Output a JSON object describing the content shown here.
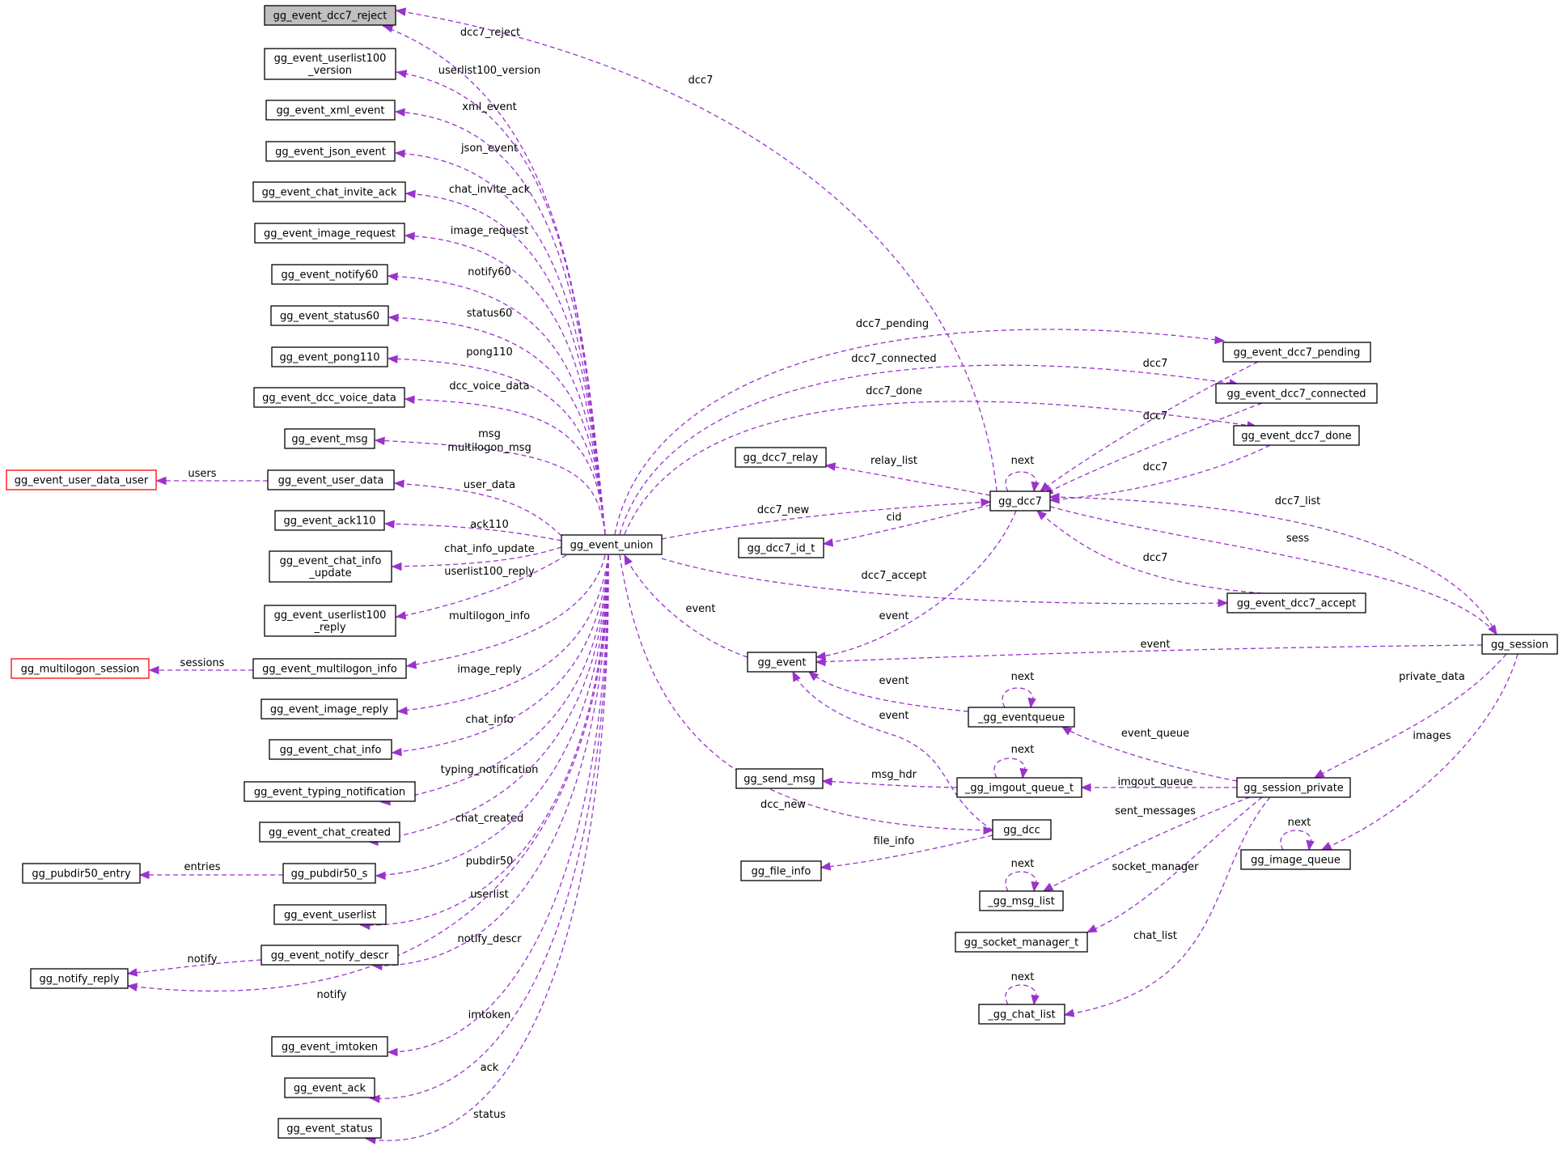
{
  "nodes": [
    {
      "id": "reject",
      "text": [
        "gg_event_dcc7_reject"
      ],
      "highlight": true
    },
    {
      "id": "ul100ver",
      "text": [
        "gg_event_userlist100",
        "_version"
      ]
    },
    {
      "id": "xml",
      "text": [
        "gg_event_xml_event"
      ]
    },
    {
      "id": "json",
      "text": [
        "gg_event_json_event"
      ]
    },
    {
      "id": "chatinv",
      "text": [
        "gg_event_chat_invite_ack"
      ]
    },
    {
      "id": "imgreq",
      "text": [
        "gg_event_image_request"
      ]
    },
    {
      "id": "notify60",
      "text": [
        "gg_event_notify60"
      ]
    },
    {
      "id": "status60",
      "text": [
        "gg_event_status60"
      ]
    },
    {
      "id": "pong110",
      "text": [
        "gg_event_pong110"
      ]
    },
    {
      "id": "dccvoice",
      "text": [
        "gg_event_dcc_voice_data"
      ]
    },
    {
      "id": "msg",
      "text": [
        "gg_event_msg"
      ]
    },
    {
      "id": "udu",
      "text": [
        "gg_event_user_data_user"
      ],
      "external": true
    },
    {
      "id": "userdata",
      "text": [
        "gg_event_user_data"
      ]
    },
    {
      "id": "ack110",
      "text": [
        "gg_event_ack110"
      ]
    },
    {
      "id": "chatinfoupd",
      "text": [
        "gg_event_chat_info",
        "_update"
      ]
    },
    {
      "id": "ul100rep",
      "text": [
        "gg_event_userlist100",
        "_reply"
      ]
    },
    {
      "id": "mlsess",
      "text": [
        "gg_multilogon_session"
      ],
      "external": true
    },
    {
      "id": "mlinfo",
      "text": [
        "gg_event_multilogon_info"
      ]
    },
    {
      "id": "imgrep",
      "text": [
        "gg_event_image_reply"
      ]
    },
    {
      "id": "chatinfo",
      "text": [
        "gg_event_chat_info"
      ]
    },
    {
      "id": "typing",
      "text": [
        "gg_event_typing_notification"
      ]
    },
    {
      "id": "chatcreated",
      "text": [
        "gg_event_chat_created"
      ]
    },
    {
      "id": "pubentry",
      "text": [
        "gg_pubdir50_entry"
      ]
    },
    {
      "id": "pubdir",
      "text": [
        "gg_pubdir50_s"
      ]
    },
    {
      "id": "userlist",
      "text": [
        "gg_event_userlist"
      ]
    },
    {
      "id": "notifyreply",
      "text": [
        "gg_notify_reply"
      ]
    },
    {
      "id": "notifydescr",
      "text": [
        "gg_event_notify_descr"
      ]
    },
    {
      "id": "imtoken",
      "text": [
        "gg_event_imtoken"
      ]
    },
    {
      "id": "ack",
      "text": [
        "gg_event_ack"
      ]
    },
    {
      "id": "status",
      "text": [
        "gg_event_status"
      ]
    },
    {
      "id": "union",
      "text": [
        "gg_event_union"
      ]
    },
    {
      "id": "pending",
      "text": [
        "gg_event_dcc7_pending"
      ]
    },
    {
      "id": "connected",
      "text": [
        "gg_event_dcc7_connected"
      ]
    },
    {
      "id": "done",
      "text": [
        "gg_event_dcc7_done"
      ]
    },
    {
      "id": "relay",
      "text": [
        "gg_dcc7_relay"
      ]
    },
    {
      "id": "dcc7",
      "text": [
        "gg_dcc7"
      ]
    },
    {
      "id": "cid",
      "text": [
        "gg_dcc7_id_t"
      ]
    },
    {
      "id": "accept",
      "text": [
        "gg_event_dcc7_accept"
      ]
    },
    {
      "id": "session",
      "text": [
        "gg_session"
      ]
    },
    {
      "id": "event",
      "text": [
        "gg_event"
      ]
    },
    {
      "id": "eventqueue",
      "text": [
        "_gg_eventqueue"
      ]
    },
    {
      "id": "sendmsg",
      "text": [
        "gg_send_msg"
      ]
    },
    {
      "id": "imgout",
      "text": [
        "_gg_imgout_queue_t"
      ]
    },
    {
      "id": "spriv",
      "text": [
        "gg_session_private"
      ]
    },
    {
      "id": "dcc",
      "text": [
        "gg_dcc"
      ]
    },
    {
      "id": "fileinfo",
      "text": [
        "gg_file_info"
      ]
    },
    {
      "id": "imgqueue",
      "text": [
        "gg_image_queue"
      ]
    },
    {
      "id": "msglist",
      "text": [
        "_gg_msg_list"
      ]
    },
    {
      "id": "sockmgr",
      "text": [
        "gg_socket_manager_t"
      ]
    },
    {
      "id": "chatlist",
      "text": [
        "_gg_chat_list"
      ]
    }
  ],
  "edges": [
    {
      "from": "union",
      "to": "reject",
      "label": [
        "dcc7_reject"
      ]
    },
    {
      "from": "union",
      "to": "ul100ver",
      "label": [
        "userlist100_version"
      ]
    },
    {
      "from": "union",
      "to": "xml",
      "label": [
        "xml_event"
      ]
    },
    {
      "from": "union",
      "to": "json",
      "label": [
        "json_event"
      ]
    },
    {
      "from": "union",
      "to": "chatinv",
      "label": [
        "chat_invite_ack"
      ]
    },
    {
      "from": "union",
      "to": "imgreq",
      "label": [
        "image_request"
      ]
    },
    {
      "from": "union",
      "to": "notify60",
      "label": [
        "notify60"
      ]
    },
    {
      "from": "union",
      "to": "status60",
      "label": [
        "status60"
      ]
    },
    {
      "from": "union",
      "to": "pong110",
      "label": [
        "pong110"
      ]
    },
    {
      "from": "union",
      "to": "dccvoice",
      "label": [
        "dcc_voice_data"
      ]
    },
    {
      "from": "union",
      "to": "msg",
      "label": [
        "msg",
        "multilogon_msg"
      ]
    },
    {
      "from": "union",
      "to": "userdata",
      "label": [
        "user_data"
      ]
    },
    {
      "from": "userdata",
      "to": "udu",
      "label": [
        "users"
      ]
    },
    {
      "from": "union",
      "to": "ack110",
      "label": [
        "ack110"
      ]
    },
    {
      "from": "union",
      "to": "chatinfoupd",
      "label": [
        "chat_info_update"
      ]
    },
    {
      "from": "union",
      "to": "ul100rep",
      "label": [
        "userlist100_reply"
      ]
    },
    {
      "from": "union",
      "to": "mlinfo",
      "label": [
        "multilogon_info"
      ]
    },
    {
      "from": "mlinfo",
      "to": "mlsess",
      "label": [
        "sessions"
      ]
    },
    {
      "from": "union",
      "to": "imgrep",
      "label": [
        "image_reply"
      ]
    },
    {
      "from": "union",
      "to": "chatinfo",
      "label": [
        "chat_info"
      ]
    },
    {
      "from": "union",
      "to": "typing",
      "label": [
        "typing_notification"
      ]
    },
    {
      "from": "union",
      "to": "chatcreated",
      "label": [
        "chat_created"
      ]
    },
    {
      "from": "union",
      "to": "pubdir",
      "label": [
        "pubdir50"
      ]
    },
    {
      "from": "pubdir",
      "to": "pubentry",
      "label": [
        "entries"
      ]
    },
    {
      "from": "union",
      "to": "userlist",
      "label": [
        "userlist"
      ]
    },
    {
      "from": "union",
      "to": "notifydescr",
      "label": [
        "notify_descr"
      ]
    },
    {
      "from": "notifydescr",
      "to": "notifyreply",
      "label": [
        "notify"
      ]
    },
    {
      "from": "union",
      "to": "notifyreply",
      "label": [
        "notify"
      ]
    },
    {
      "from": "union",
      "to": "imtoken",
      "label": [
        "imtoken"
      ]
    },
    {
      "from": "union",
      "to": "ack",
      "label": [
        "ack"
      ]
    },
    {
      "from": "union",
      "to": "status",
      "label": [
        "status"
      ]
    },
    {
      "from": "dcc7",
      "to": "reject",
      "label": [
        "dcc7"
      ]
    },
    {
      "from": "union",
      "to": "pending",
      "label": [
        "dcc7_pending"
      ]
    },
    {
      "from": "union",
      "to": "connected",
      "label": [
        "dcc7_connected"
      ]
    },
    {
      "from": "union",
      "to": "done",
      "label": [
        "dcc7_done"
      ]
    },
    {
      "from": "union",
      "to": "dcc7",
      "label": [
        "dcc7_new"
      ]
    },
    {
      "from": "union",
      "to": "accept",
      "label": [
        "dcc7_accept"
      ]
    },
    {
      "from": "pending",
      "to": "dcc7",
      "label": [
        "dcc7"
      ]
    },
    {
      "from": "connected",
      "to": "dcc7",
      "label": [
        "dcc7"
      ]
    },
    {
      "from": "done",
      "to": "dcc7",
      "label": [
        "dcc7"
      ]
    },
    {
      "from": "accept",
      "to": "dcc7",
      "label": [
        "dcc7"
      ]
    },
    {
      "from": "dcc7",
      "to": "dcc7",
      "label": [
        "next"
      ]
    },
    {
      "from": "dcc7",
      "to": "relay",
      "label": [
        "relay_list"
      ]
    },
    {
      "from": "dcc7",
      "to": "cid",
      "label": [
        "cid"
      ]
    },
    {
      "from": "session",
      "to": "dcc7",
      "label": [
        "dcc7_list"
      ]
    },
    {
      "from": "dcc7",
      "to": "session",
      "label": [
        "sess"
      ]
    },
    {
      "from": "dcc7",
      "to": "event",
      "label": [
        "event"
      ]
    },
    {
      "from": "event",
      "to": "union",
      "label": [
        "event"
      ]
    },
    {
      "from": "session",
      "to": "event",
      "label": [
        "event"
      ]
    },
    {
      "from": "eventqueue",
      "to": "event",
      "label": [
        "event"
      ]
    },
    {
      "from": "eventqueue",
      "to": "eventqueue",
      "label": [
        "next"
      ]
    },
    {
      "from": "dcc",
      "to": "event",
      "label": [
        "event"
      ]
    },
    {
      "from": "session",
      "to": "spriv",
      "label": [
        "private_data"
      ]
    },
    {
      "from": "session",
      "to": "imgqueue",
      "label": [
        "images"
      ]
    },
    {
      "from": "spriv",
      "to": "eventqueue",
      "label": [
        "event_queue"
      ]
    },
    {
      "from": "spriv",
      "to": "imgout",
      "label": [
        "imgout_queue"
      ]
    },
    {
      "from": "imgout",
      "to": "imgout",
      "label": [
        "next"
      ]
    },
    {
      "from": "imgout",
      "to": "sendmsg",
      "label": [
        "msg_hdr"
      ]
    },
    {
      "from": "union",
      "to": "dcc",
      "label": [
        "dcc_new"
      ]
    },
    {
      "from": "dcc",
      "to": "fileinfo",
      "label": [
        "file_info"
      ]
    },
    {
      "from": "spriv",
      "to": "msglist",
      "label": [
        "sent_messages"
      ]
    },
    {
      "from": "msglist",
      "to": "msglist",
      "label": [
        "next"
      ]
    },
    {
      "from": "spriv",
      "to": "sockmgr",
      "label": [
        "socket_manager"
      ]
    },
    {
      "from": "spriv",
      "to": "chatlist",
      "label": [
        "chat_list"
      ]
    },
    {
      "from": "chatlist",
      "to": "chatlist",
      "label": [
        "next"
      ]
    },
    {
      "from": "imgqueue",
      "to": "imgqueue",
      "label": [
        "next"
      ]
    }
  ]
}
